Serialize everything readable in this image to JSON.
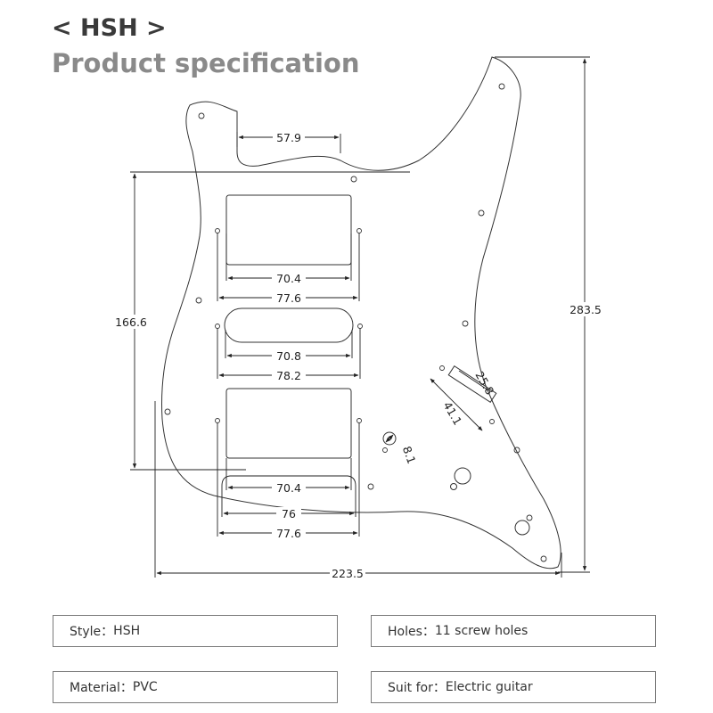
{
  "header": {
    "model": "< HSH >",
    "title": "Product specification"
  },
  "dimensions": {
    "top_width": "57.9",
    "humbucker1_inner": "70.4",
    "humbucker1_outer": "77.6",
    "single_inner": "70.8",
    "single_outer": "78.2",
    "humbucker2_inner": "70.4",
    "humbucker2_mid": "76",
    "humbucker2_outer": "77.6",
    "pickup_span": "166.6",
    "total_height": "283.5",
    "total_width": "223.5",
    "switch_slot_length": "25.8",
    "switch_hole_span": "41.1",
    "hole_diameter": "8.1"
  },
  "specs": [
    {
      "label": "Style：",
      "value": "HSH"
    },
    {
      "label": "Holes：",
      "value": "11 screw holes"
    },
    {
      "label": "Material：",
      "value": "PVC"
    },
    {
      "label": "Suit for：",
      "value": "Electric guitar"
    }
  ]
}
